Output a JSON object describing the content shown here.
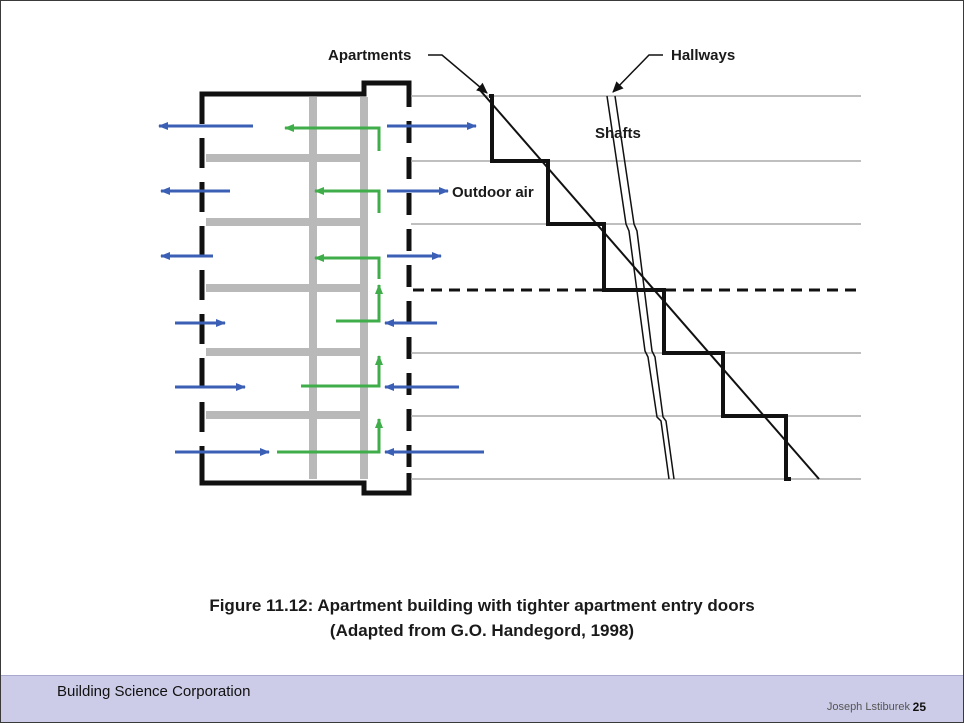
{
  "diagram": {
    "labels": {
      "apartments": "Apartments",
      "hallways": "Hallways",
      "shafts": "Shafts",
      "outdoor_air": "Outdoor air"
    },
    "colors": {
      "outflow_arrow": "#3a5fb4",
      "inflow_arrow": "#3a5fb4",
      "shaft_flow": "#3fad4a",
      "floor_slab": "#b9b9b9",
      "building_wall": "#111111",
      "pressure_line": "#111111"
    }
  },
  "caption": {
    "line1": "Figure 11.12: Apartment building with tighter apartment entry doors",
    "line2": "(Adapted from G.O. Handegord, 1998)"
  },
  "footer": {
    "organization": "Building Science Corporation",
    "author": "Joseph Lstiburek",
    "page_number": "25"
  }
}
